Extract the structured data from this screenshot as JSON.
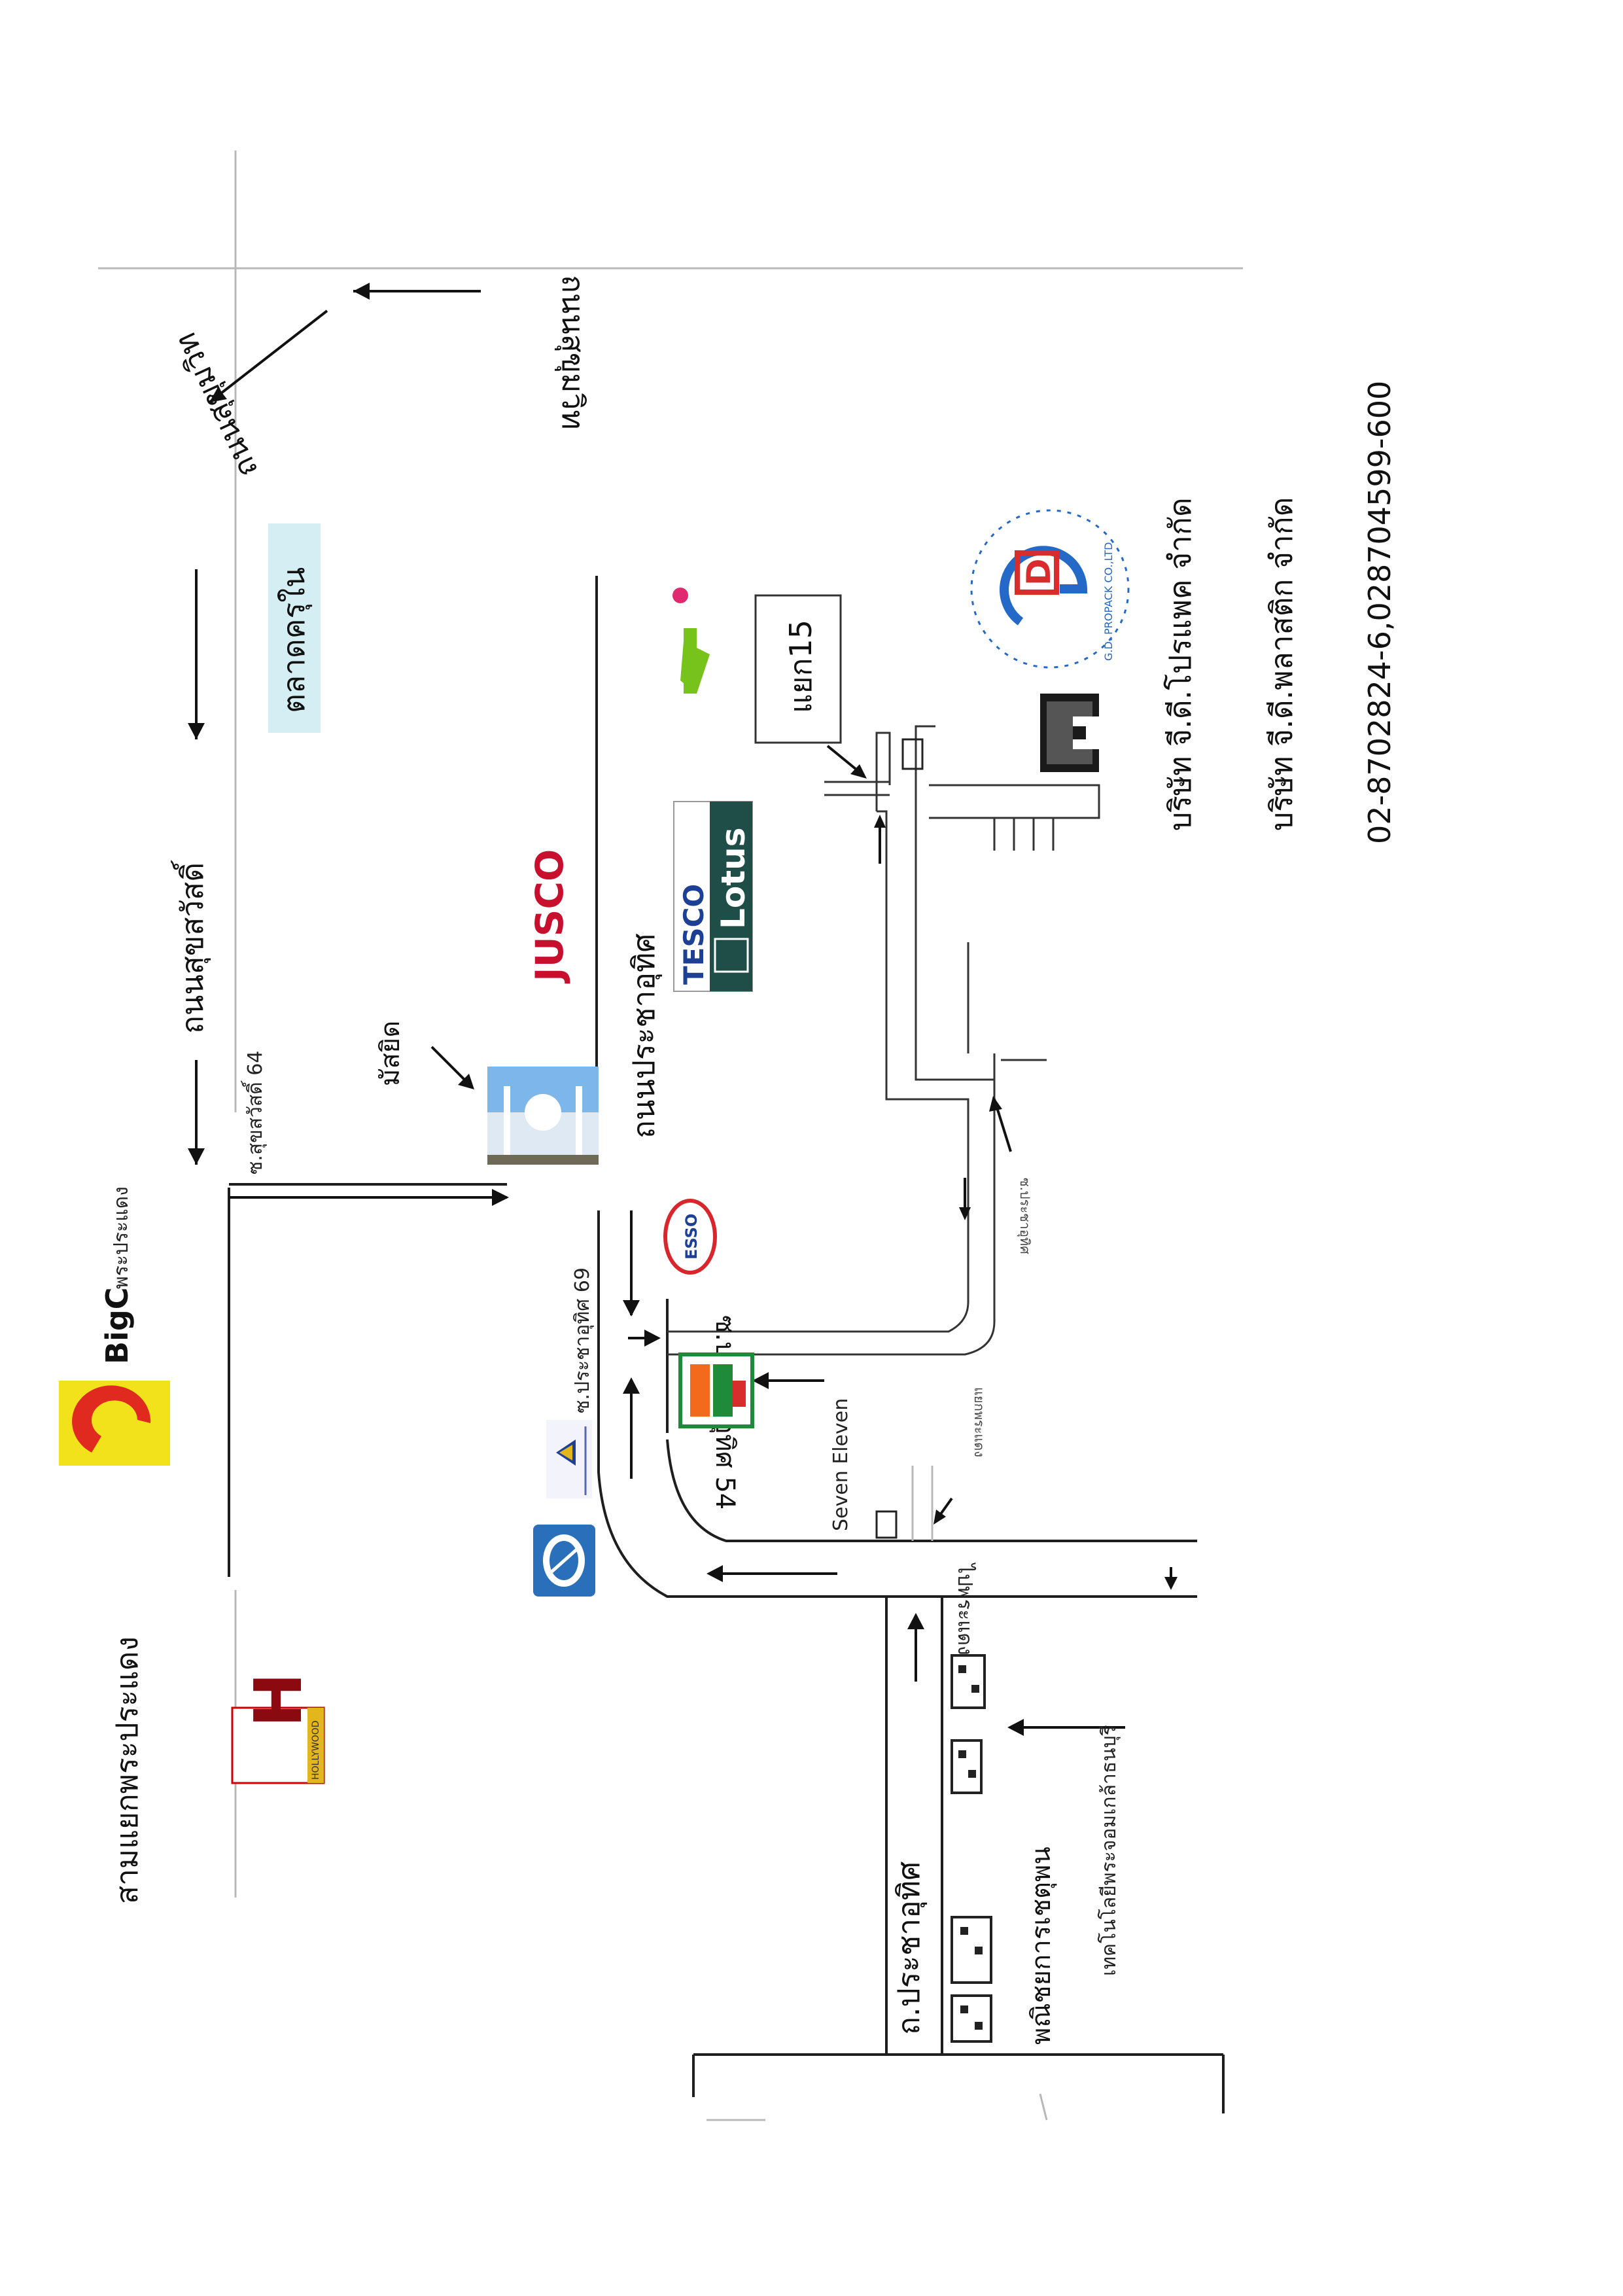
{
  "labels": {
    "sam_yaek": "สามแยกพระประแดง",
    "bigc_brand": "BigC",
    "bigc_branch": "พระประแดง",
    "sukhumvit_road": "ถนนสุขุมวิท",
    "sukhumvit_lower": "ถนนสุขุมวิท",
    "sukhumvit_64": "ซ.สุขสวัสดิ์ 64",
    "suksawat_road": "ถนนสุขสวัสดิ์",
    "talad_kru_nai": "ตลาดครุใน",
    "masjid": "มัสยิด",
    "jusco": "JUSCO",
    "prachauthit_road": "ถนนประชาอุทิศ",
    "tesco": "TESCO",
    "lotus": "Lotus",
    "prachauthit_69": "ซ.ประชาอุทิศ 69",
    "prachauthit_54": "ซ.ประชาอุทิศ 54",
    "prachauthit_main": "ถ.ประชาอุทิศ",
    "esso": "ESSO",
    "seven_eleven_caption": "Seven Eleven",
    "seven_eleven_logo": "ELEVEn",
    "soi_faint_1": "ซ.ประชาอุทิศ",
    "soi_faint_2": "แยกพระแดง",
    "soi_faint_3": "ไปพระแดง",
    "yaek15": "แยก15",
    "company_1": "บริษัท จี.ดี.โปรแพค จำกัด",
    "company_2": "บริษัท จี.ดี.พลาสติก จำกัด",
    "phone": "02-8702824-6,028704599-600",
    "gd_logo_letter": "D",
    "gd_logo_ring": "G.D. PROPACK CO.,LTD",
    "school": "พณิชยการเชตุพน",
    "tech_college": "เทคโนโลยีพระจอมเกล้าธนบุรี",
    "hollywood_letter": "H",
    "hollywood_word": "HOLLYWOOD"
  },
  "colors": {
    "bigc_yellow": "#f1e21c",
    "bigc_red": "#e02a20",
    "talad_bg": "#d5eef3",
    "jusco_red": "#c8102e",
    "tesco_blue": "#1d3f94",
    "lotus_green": "#1f4e48",
    "esso_red": "#d8262c",
    "seven_green": "#1f8a3a",
    "seven_orange": "#f26b1d",
    "gd_blue": "#2468c8",
    "gd_red": "#d92c2c",
    "ptt_blue": "#2a6fba"
  },
  "icons": [
    "bigc-logo-icon",
    "hollywood-logo-icon",
    "mosque-icon",
    "esso-logo-icon",
    "seven-eleven-logo-icon",
    "bangkok-bank-logo-icon",
    "ktb-bank-logo-icon",
    "k-logo-icon",
    "gd-propack-logo-icon",
    "factory-icon",
    "building-icon"
  ]
}
